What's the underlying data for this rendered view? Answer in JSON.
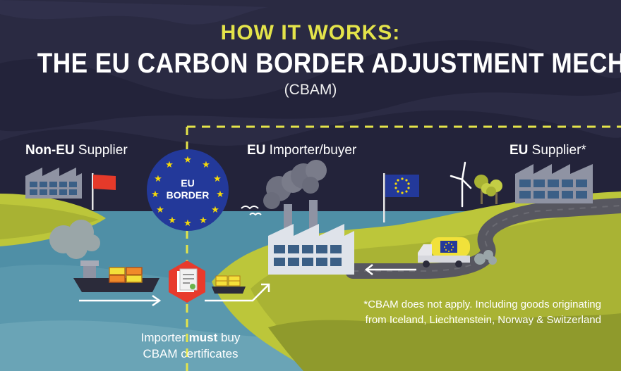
{
  "header": {
    "kicker": "HOW IT WORKS:",
    "title": "THE EU CARBON BORDER ADJUSTMENT MECHANISM",
    "subtitle": "(CBAM)"
  },
  "labels": {
    "non_eu_supplier_bold": "Non-EU",
    "non_eu_supplier_rest": " Supplier",
    "eu_importer_bold": "EU",
    "eu_importer_rest": " Importer/buyer",
    "eu_supplier_bold": "EU",
    "eu_supplier_rest": " Supplier*"
  },
  "border_badge": {
    "line1": "EU",
    "line2": "BORDER"
  },
  "note": {
    "line1": "*CBAM does not apply. Including goods originating",
    "line2": "from Iceland, Liechtenstein, Norway & Switzerland"
  },
  "certificate_caption": {
    "pre": "Importer ",
    "bold": "must",
    "post": " buy",
    "line2": "CBAM certificates"
  },
  "colors": {
    "background": "#23233a",
    "accent_yellow": "#e4e44a",
    "land_green": "#bcc63a",
    "water": "#4f8fa6",
    "eu_blue": "#23399a",
    "flag_red": "#e53a2a",
    "certificate_red": "#e83a2c"
  },
  "icons": [
    "factory-icon",
    "flag-icon",
    "ship-icon",
    "container-icon",
    "certificate-icon",
    "arrow-icon",
    "truck-icon",
    "wind-turbine-icon",
    "tree-icon",
    "smoke-icon",
    "bird-icon",
    "eu-flag-icon"
  ]
}
